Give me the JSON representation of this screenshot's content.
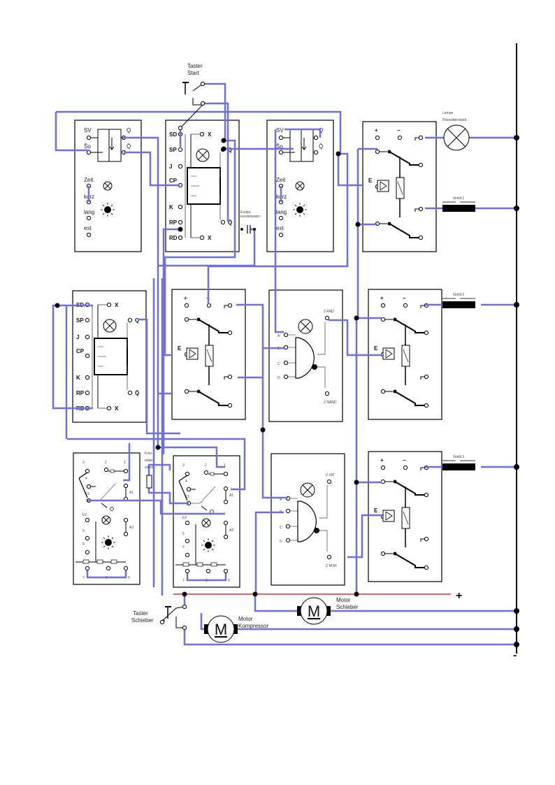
{
  "title": "Schaltplan Steuerung",
  "colors": {
    "wire": "#6f6fe0",
    "plus_rail": "#e03030",
    "frame": "#000000"
  },
  "labels": {
    "taster_start": [
      "Taster",
      "Start"
    ],
    "taster_schieber": [
      "Taster",
      "Schieber"
    ],
    "lampe": [
      "Lampe",
      "Fotowiderstand"
    ],
    "ventil1": "Ventil 1",
    "ventil2": "Ventil 2",
    "ventil3": "Ventil 3",
    "motor_schieber": [
      "Motor",
      "Schieber"
    ],
    "motor_kompressor": [
      "Motor",
      "Kompressor"
    ],
    "fotowiderstand": [
      "Foto-",
      "wider-",
      "stand"
    ],
    "kondensator": [
      "Ersatz-",
      "kondensator"
    ],
    "plus": "+",
    "minus": "-",
    "motor_symbol": "M"
  },
  "timer_module": {
    "sv": "SV",
    "s0": "S̄o",
    "q": "Q",
    "qn": "Q̄",
    "zeit": "Zeit",
    "kurz": "kurz",
    "lang": "lang",
    "ext": "ext"
  },
  "jk_module": {
    "sd": "SD",
    "sp": "SP",
    "j": "J",
    "cp": "CP",
    "k": "K",
    "rp": "RP",
    "rd": "RD",
    "x": "X",
    "q": "Q",
    "qn": "Q̄"
  },
  "relay_module": {
    "plus": "+",
    "minus": "−",
    "e": "E"
  },
  "and_module": {
    "a": "A",
    "b": "B",
    "c": "C",
    "d": "D",
    "z_top": "Z AND",
    "z_bottom": "Z NAND"
  },
  "or_module": {
    "a": "A",
    "b": "B",
    "c": "C",
    "d": "D",
    "z_top": "Z OR",
    "z_bottom": "Z NOR"
  },
  "photo_module": {
    "p3": "3",
    "p2": "2",
    "p1": "1",
    "p4": "4",
    "e1": "E1",
    "e2": "E2",
    "a1": "A1",
    "a2": "A2",
    "p5": "5",
    "p6": "6",
    "p7": "7",
    "p8": "8",
    "p9": "9"
  }
}
